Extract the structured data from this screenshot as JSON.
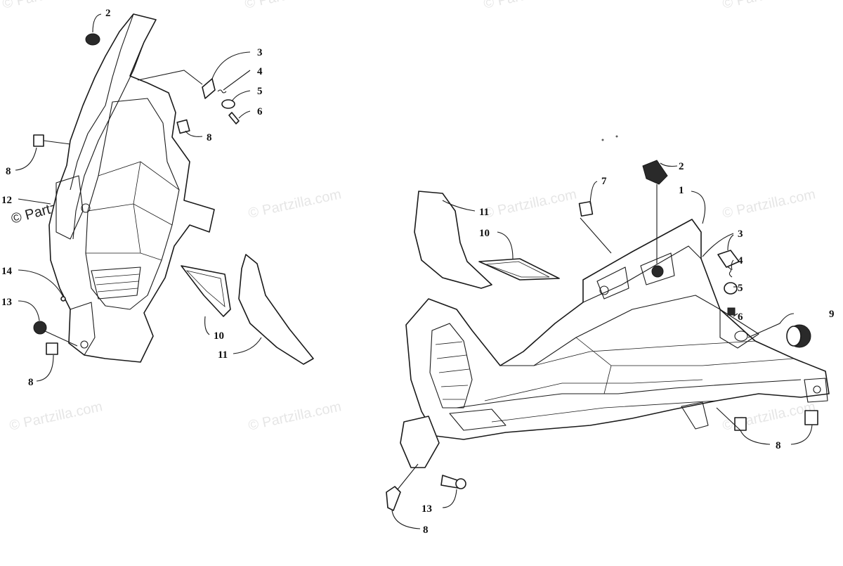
{
  "watermark": {
    "text": "© Partzilla.com",
    "color": "#000000"
  },
  "callouts": {
    "left": [
      {
        "id": "l2",
        "label": "2"
      },
      {
        "id": "l3",
        "label": "3"
      },
      {
        "id": "l4",
        "label": "4"
      },
      {
        "id": "l5",
        "label": "5"
      },
      {
        "id": "l6",
        "label": "6"
      },
      {
        "id": "l8a",
        "label": "8"
      },
      {
        "id": "l8b",
        "label": "8"
      },
      {
        "id": "l12",
        "label": "12"
      },
      {
        "id": "l14",
        "label": "14"
      },
      {
        "id": "l13",
        "label": "13"
      },
      {
        "id": "l8c",
        "label": "8"
      },
      {
        "id": "l10",
        "label": "10"
      },
      {
        "id": "l11",
        "label": "11"
      }
    ],
    "right": [
      {
        "id": "r2",
        "label": "2"
      },
      {
        "id": "r1",
        "label": "1"
      },
      {
        "id": "r7",
        "label": "7"
      },
      {
        "id": "r11",
        "label": "11"
      },
      {
        "id": "r10",
        "label": "10"
      },
      {
        "id": "r3",
        "label": "3"
      },
      {
        "id": "r4",
        "label": "4"
      },
      {
        "id": "r5",
        "label": "5"
      },
      {
        "id": "r6",
        "label": "6"
      },
      {
        "id": "r9",
        "label": "9"
      },
      {
        "id": "r8a",
        "label": "8"
      },
      {
        "id": "r13",
        "label": "13"
      },
      {
        "id": "r8b",
        "label": "8"
      }
    ]
  }
}
